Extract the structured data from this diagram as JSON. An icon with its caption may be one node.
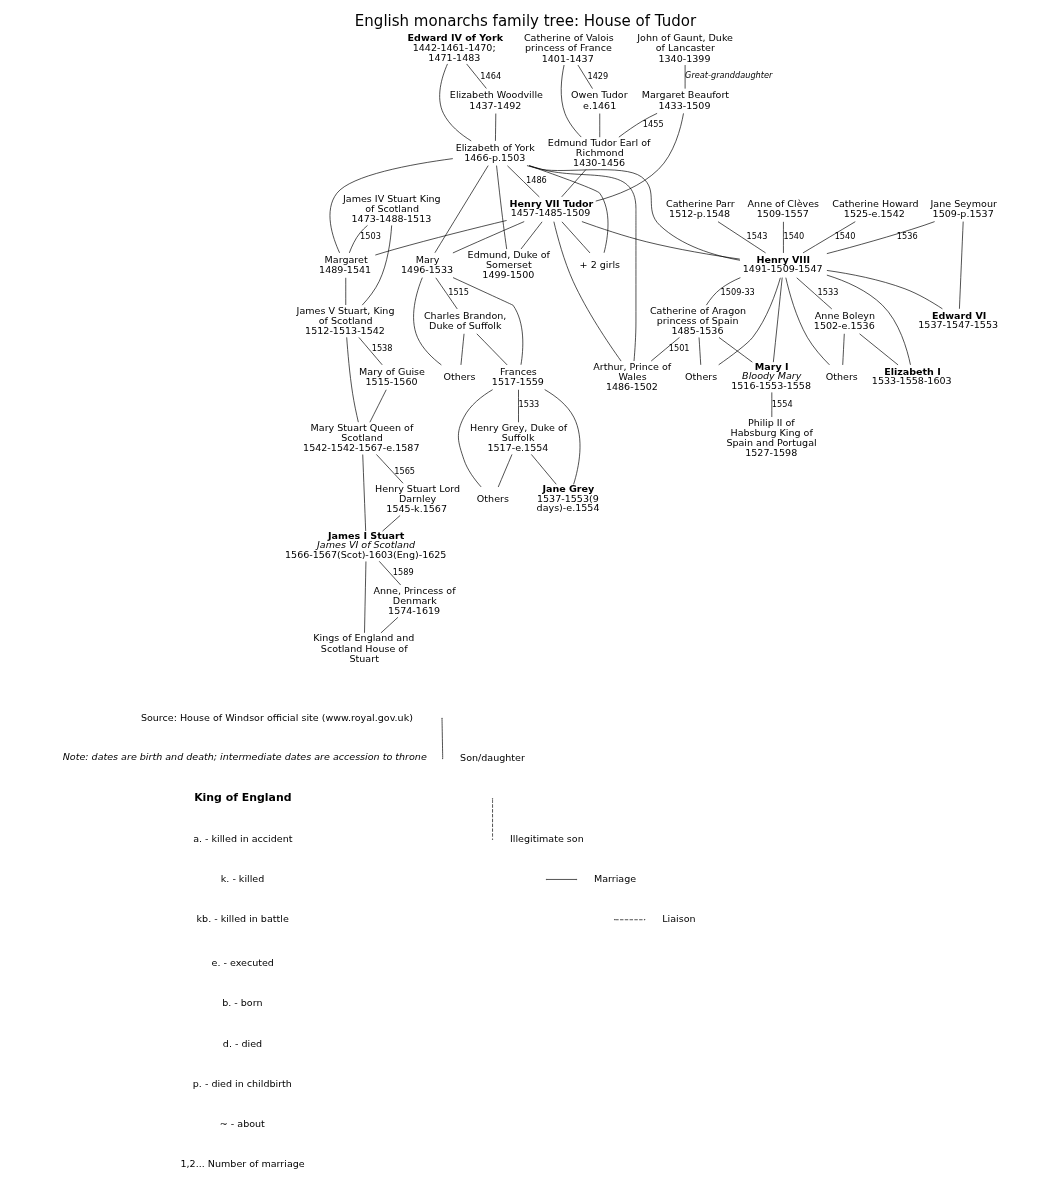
{
  "diagram": {
    "title": "English monarchs family tree: House of Tudor",
    "nodes": [
      {
        "text": [
          "John of Gaunt, Duke of Lancaster",
          "1340-1399"
        ]
      },
      {
        "text": [
          "Catherine of Valois princess of France",
          "1401-1437"
        ]
      },
      {
        "text": [
          "Owen Tudor",
          "e.1461"
        ]
      },
      {
        "text": [
          "Edward IV of York",
          "1442-1461-1470; 1471-1483"
        ]
      },
      {
        "text": [
          "Elizabeth Woodville",
          "1437-1492"
        ]
      },
      {
        "text": [
          "Margaret Beaufort",
          "1433-1509"
        ]
      },
      {
        "text": [
          "Edmund Tudor Earl of Richmond",
          "1430-1456"
        ]
      },
      {
        "text": [
          "Elizabeth of York",
          "1466-p.1503"
        ]
      },
      {
        "text": [
          "Henry VII Tudor",
          "1457-1485-1509"
        ]
      },
      {
        "text": [
          "James IV Stuart King of Scotland",
          "1473-1488-1513"
        ]
      },
      {
        "text": [
          "Margaret",
          "1489-1541"
        ]
      },
      {
        "text": [
          "Edmund, Duke of Somerset",
          "1499-1500"
        ]
      },
      {
        "text": [
          "+ 2 girls"
        ]
      },
      {
        "text": [
          "Mary",
          "1496-1533"
        ]
      },
      {
        "text": [
          "Charles Brandon, Duke of Suffolk"
        ]
      },
      {
        "text": [
          "Others"
        ]
      },
      {
        "text": [
          "Frances",
          "1517-1559"
        ]
      },
      {
        "text": [
          "Henry Grey, Duke of Suffolk",
          "1517-e.1554"
        ]
      },
      {
        "text": [
          "Others"
        ]
      },
      {
        "text": [
          "Jane Grey",
          "1537-1553(9 days)-e.1554"
        ]
      },
      {
        "text": [
          "Catherine Parr",
          "1512-p.1548"
        ]
      },
      {
        "text": [
          "Anne of Clèves",
          "1509-1557"
        ]
      },
      {
        "text": [
          "Catherine Howard",
          "1525-e.1542"
        ]
      },
      {
        "text": [
          "Jane Seymour",
          "1509-p.1537"
        ]
      },
      {
        "text": [
          "Henry VIII",
          "1491-1509-1547"
        ]
      },
      {
        "text": [
          "Catherine of Aragon princess of Spain",
          "1485-1536"
        ]
      },
      {
        "text": [
          "Arthur, Prince of Wales",
          "1486-1502"
        ]
      },
      {
        "text": [
          "Anne Boleyn",
          "1502-e.1536"
        ]
      },
      {
        "text": [
          "Others"
        ]
      },
      {
        "text": [
          "Edward VI",
          "1537-1547-1553"
        ]
      },
      {
        "text": [
          "Mary I",
          "Bloody Mary",
          "1516-1553-1558"
        ]
      },
      {
        "text": [
          "Philip II of Habsburg King of Spain and Portugal",
          "1527-1598"
        ]
      },
      {
        "text": [
          "Others"
        ]
      },
      {
        "text": [
          "Elizabeth I",
          "1533-1558-1603"
        ]
      },
      {
        "text": [
          "James V Stuart, King of Scotland",
          "1512-1513-1542"
        ]
      },
      {
        "text": [
          "Mary of Guise",
          "1515-1560"
        ]
      },
      {
        "text": [
          "Mary Stuart Queen of Scotland",
          "1542-1542-1567-e.1587"
        ]
      },
      {
        "text": [
          "Henry Stuart Lord Darnley",
          "1545-k.1567"
        ]
      },
      {
        "text": [
          "James I Stuart",
          "James VI of Scotland",
          "1566-1567(Scot)-1603(Eng)-1625"
        ]
      },
      {
        "text": [
          "Anne, Princess of Denmark",
          "1574-1619"
        ]
      },
      {
        "text": [
          "Kings of England and Scotland House of Stuart"
        ]
      }
    ],
    "edges": [
      {
        "from": 0,
        "to": 5,
        "arrow": "none",
        "label": "Great-granddaughter"
      },
      {
        "from": 1,
        "to": 2,
        "arrow": "none",
        "label": "1429"
      },
      {
        "from": 1,
        "to": 6,
        "arrow": "none"
      },
      {
        "from": 2,
        "to": 6,
        "arrow": "none"
      },
      {
        "from": 3,
        "to": 4,
        "arrow": "none",
        "label": "1464"
      },
      {
        "from": 3,
        "to": 7,
        "arrow": "none"
      },
      {
        "from": 4,
        "to": 7,
        "arrow": "none"
      },
      {
        "from": 5,
        "to": 6,
        "arrow": "none",
        "label": "1455"
      },
      {
        "from": 5,
        "to": 8,
        "arrow": "none"
      },
      {
        "from": 6,
        "to": 8,
        "arrow": "none"
      },
      {
        "from": 7,
        "to": 8,
        "arrow": "none",
        "label": "1486"
      },
      {
        "from": 7,
        "to": 10,
        "arrow": "none"
      },
      {
        "from": 8,
        "to": 10,
        "arrow": "none"
      },
      {
        "from": 7,
        "to": 11,
        "arrow": "none"
      },
      {
        "from": 8,
        "to": 11,
        "arrow": "none"
      },
      {
        "from": 7,
        "to": 12,
        "arrow": "none"
      },
      {
        "from": 8,
        "to": 12,
        "arrow": "none"
      },
      {
        "from": 7,
        "to": 13,
        "arrow": "none"
      },
      {
        "from": 8,
        "to": 13,
        "arrow": "none"
      },
      {
        "from": 7,
        "to": 24,
        "arrow": "none"
      },
      {
        "from": 8,
        "to": 24,
        "arrow": "none"
      },
      {
        "from": 7,
        "to": 26,
        "arrow": "none"
      },
      {
        "from": 8,
        "to": 26,
        "arrow": "none"
      },
      {
        "from": 9,
        "to": 10,
        "arrow": "none",
        "label": "1503"
      },
      {
        "from": 9,
        "to": 34,
        "arrow": "none"
      },
      {
        "from": 10,
        "to": 34,
        "arrow": "none"
      },
      {
        "from": 13,
        "to": 14,
        "arrow": "none",
        "label": "1515"
      },
      {
        "from": 13,
        "to": 16,
        "arrow": "none"
      },
      {
        "from": 14,
        "to": 16,
        "arrow": "none"
      },
      {
        "from": 13,
        "to": 15,
        "arrow": "none"
      },
      {
        "from": 14,
        "to": 15,
        "arrow": "none"
      },
      {
        "from": 16,
        "to": 17,
        "arrow": "none",
        "label": "1533"
      },
      {
        "from": 16,
        "to": 19,
        "arrow": "none"
      },
      {
        "from": 17,
        "to": 19,
        "arrow": "none"
      },
      {
        "from": 16,
        "to": 18,
        "arrow": "none"
      },
      {
        "from": 17,
        "to": 18,
        "arrow": "none"
      },
      {
        "from": 20,
        "to": 24,
        "arrow": "none",
        "label": "1543"
      },
      {
        "from": 21,
        "to": 24,
        "arrow": "none",
        "label": "1540"
      },
      {
        "from": 22,
        "to": 24,
        "arrow": "none",
        "label": "1540"
      },
      {
        "from": 23,
        "to": 24,
        "arrow": "none",
        "label": "1536"
      },
      {
        "from": 23,
        "to": 29,
        "arrow": "none"
      },
      {
        "from": 24,
        "to": 29,
        "arrow": "none"
      },
      {
        "from": 24,
        "to": 25,
        "arrow": "none",
        "label": "1509-33"
      },
      {
        "from": 24,
        "to": 28,
        "arrow": "none"
      },
      {
        "from": 25,
        "to": 28,
        "arrow": "none"
      },
      {
        "from": 24,
        "to": 30,
        "arrow": "none"
      },
      {
        "from": 25,
        "to": 30,
        "arrow": "none"
      },
      {
        "from": 25,
        "to": 26,
        "arrow": "none",
        "label": "1501"
      },
      {
        "from": 24,
        "to": 27,
        "arrow": "none",
        "label": "1533"
      },
      {
        "from": 24,
        "to": 32,
        "arrow": "none"
      },
      {
        "from": 27,
        "to": 32,
        "arrow": "none"
      },
      {
        "from": 24,
        "to": 33,
        "arrow": "none"
      },
      {
        "from": 27,
        "to": 33,
        "arrow": "none"
      },
      {
        "from": 30,
        "to": 31,
        "arrow": "none",
        "label": "1554"
      },
      {
        "from": 34,
        "to": 35,
        "arrow": "none",
        "label": "1538"
      },
      {
        "from": 34,
        "to": 36,
        "arrow": "none"
      },
      {
        "from": 35,
        "to": 36,
        "arrow": "none"
      },
      {
        "from": 36,
        "to": 37,
        "arrow": "none",
        "label": "1565"
      },
      {
        "from": 36,
        "to": 38,
        "arrow": "none"
      },
      {
        "from": 37,
        "to": 38,
        "arrow": "none"
      },
      {
        "from": 38,
        "to": 39,
        "arrow": "none",
        "label": "1589"
      },
      {
        "from": 38,
        "to": 40,
        "arrow": "none"
      },
      {
        "from": 39,
        "to": 40,
        "arrow": "none"
      }
    ],
    "labels": [
      "Source: House of Windsor official site (www.royal.gov.uk)",
      "Note: dates are birth and death; intermediate dates are accession to throne",
      "King of England",
      "a. - killed in accident",
      "k. - killed",
      "kb. - killed in battle",
      "e. - executed",
      "b. - born",
      "d. - died",
      "p. - died in childbirth",
      "~ - about",
      "1,2... Number of marriage"
    ],
    "legend": [
      {
        "text": "Son/daughter"
      },
      {
        "text": "Illegitimate son"
      },
      {
        "text": "Marriage"
      },
      {
        "text": "Liaison"
      }
    ]
  }
}
